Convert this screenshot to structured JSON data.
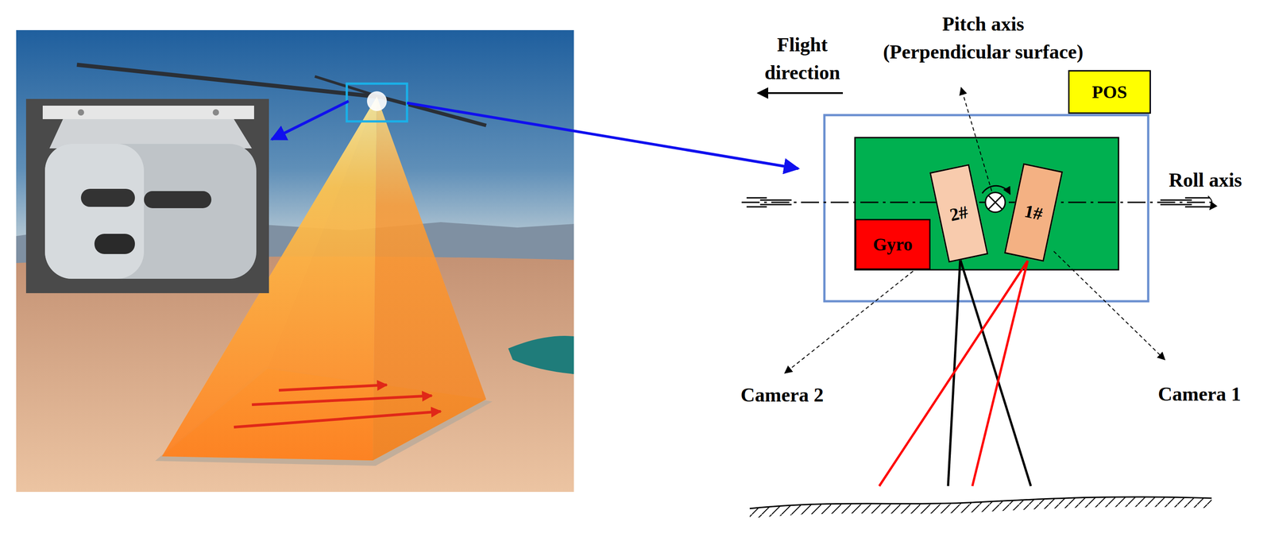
{
  "diagram": {
    "nodes": [
      {
        "text": [
          "POS"
        ]
      },
      {
        "text": [
          "2#"
        ]
      },
      {
        "text": [
          "1#"
        ]
      },
      {
        "text": [
          "Gyro"
        ]
      }
    ],
    "labels": [
      "Flight direction",
      "Pitch axis (Perpendicular surface)",
      "Roll axis",
      "Camera 2",
      "Camera 1"
    ]
  }
}
